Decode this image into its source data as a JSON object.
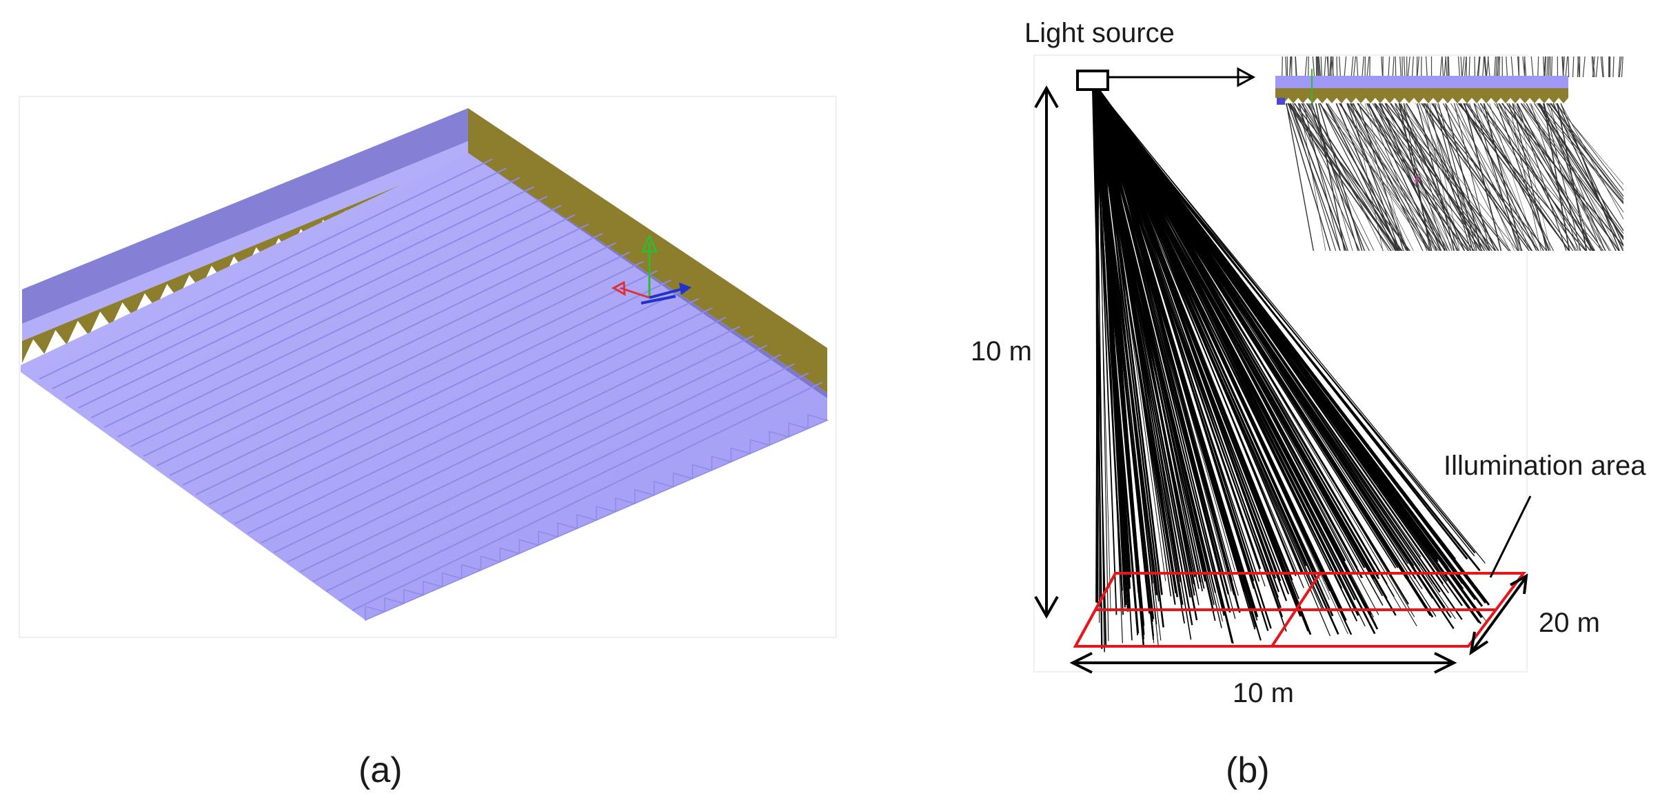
{
  "panel_a": {
    "caption": "(a)",
    "colors": {
      "panel": "#a9a4f8",
      "panel_dark": "#7f7ac8",
      "frame": "#8c7e2c",
      "frame_dark": "#6f6420"
    }
  },
  "panel_b": {
    "caption": "(b)",
    "light_source_label": "Light source",
    "height_label": "10 m",
    "width_label": "10 m",
    "depth_label": "20 m",
    "illumination_label": "Illumination area",
    "colors": {
      "area": "#e8151c",
      "rays": "#000000"
    }
  }
}
